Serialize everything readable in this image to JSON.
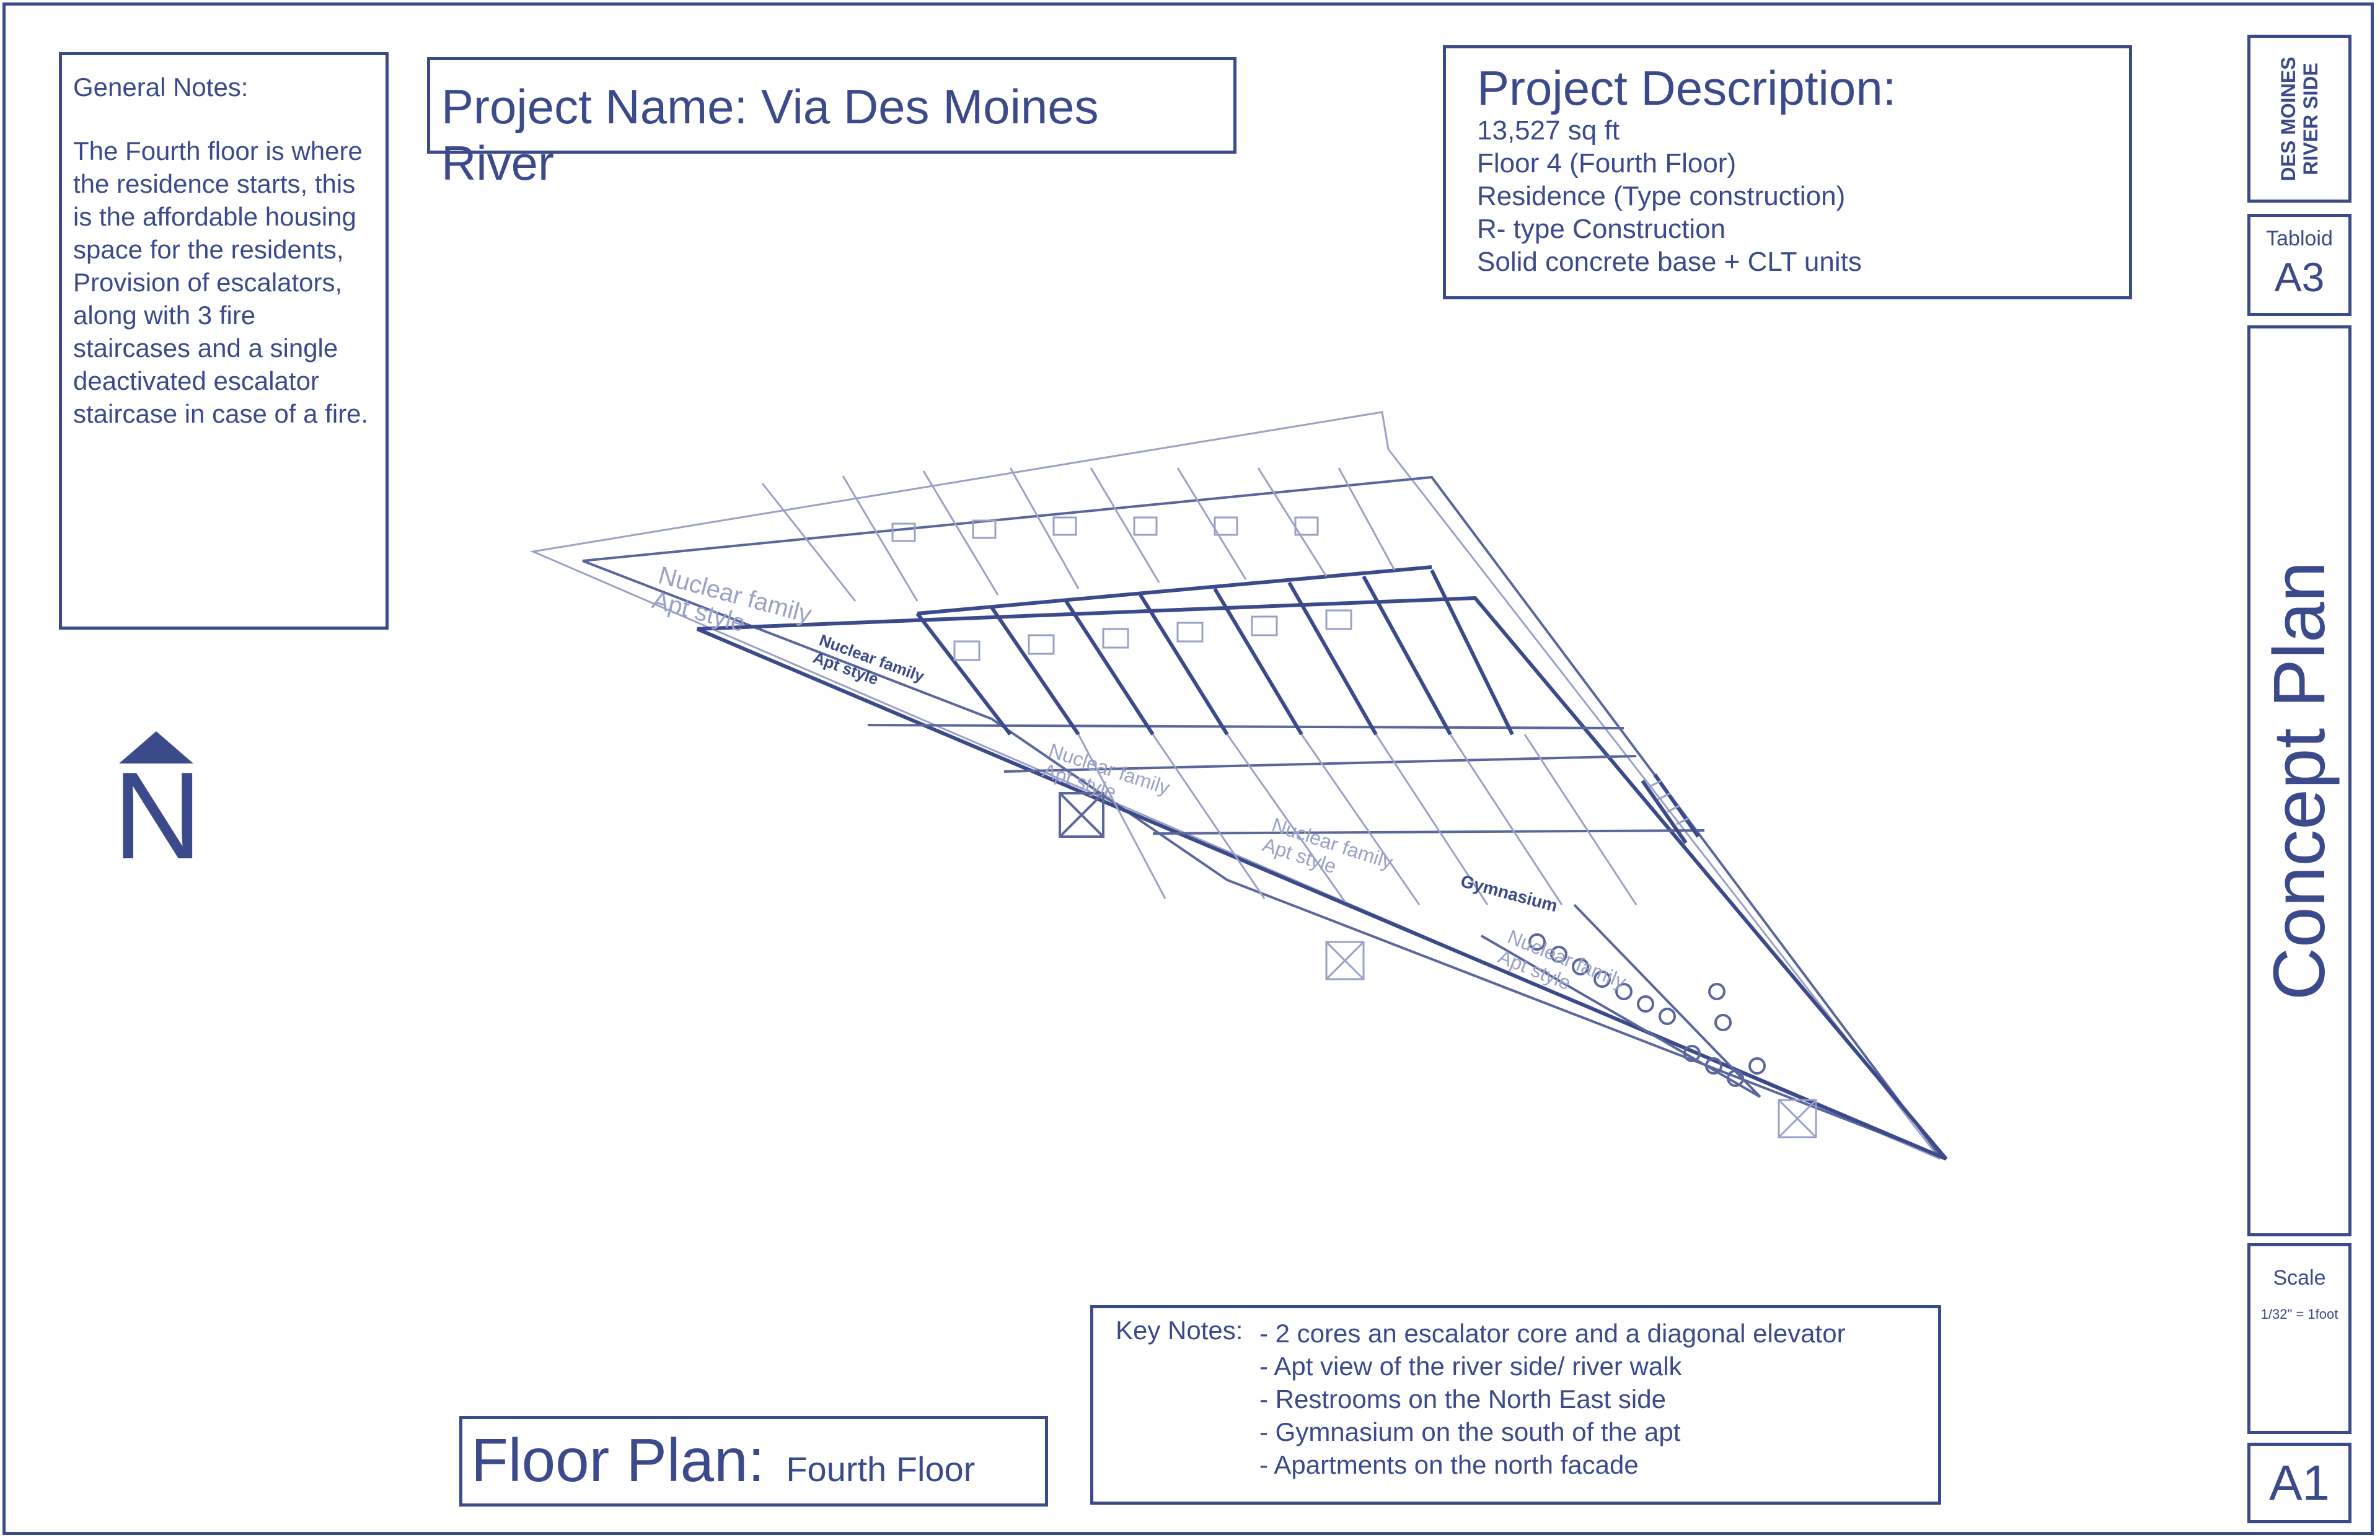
{
  "general_notes": {
    "title": "General Notes:",
    "body": "The Fourth floor is where the residence starts, this is the affordable housing space for the residents, Provision of escalators, along with 3 fire staircases and a single deactivated escalator staircase in case of a fire."
  },
  "project_name": "Project Name: Via Des Moines River",
  "project_description": {
    "title": "Project Description:",
    "lines": [
      "13,527 sq ft",
      "Floor 4 (Fourth Floor)",
      "Residence (Type construction)",
      "R- type Construction",
      "Solid concrete base + CLT units"
    ]
  },
  "title_block": {
    "logo_line1": "DES MOINES",
    "logo_line2": "RIVER SIDE",
    "paper_size_label": "Tabloid",
    "paper_size": "A3",
    "sheet_title": "Concept Plan",
    "scale_label": "Scale",
    "scale_value": "1/32\" = 1foot",
    "sheet_number": "A1"
  },
  "north_arrow": {
    "letter": "N"
  },
  "floor_plan": {
    "label": "Floor Plan:",
    "floor": "Fourth Floor"
  },
  "key_notes": {
    "label": "Key Notes:",
    "items": [
      "- 2 cores an escalator core and a diagonal elevator",
      "- Apt view of the river side/ river walk",
      "- Restrooms on the North East side",
      "- Gymnasium on the south of the apt",
      "- Apartments on the north facade"
    ]
  },
  "plan_labels": {
    "upper_zone_1": "Nuclear family",
    "upper_zone_2": "Apt style",
    "mid_zone_1": "Nuclear family",
    "mid_zone_2": "Apt style",
    "center_zone_1": "Nuclear family",
    "center_zone_2": "Apt style",
    "lower_zone_1": "Nuclear family",
    "lower_zone_2": "Apt style",
    "south_zone_1": "Nuclear family",
    "south_zone_2": "Apt style",
    "gym": "Gymnasium"
  },
  "colors": {
    "ink": "#3b4a8a",
    "light_ink": "#9aa1c7",
    "background": "#ffffff"
  }
}
